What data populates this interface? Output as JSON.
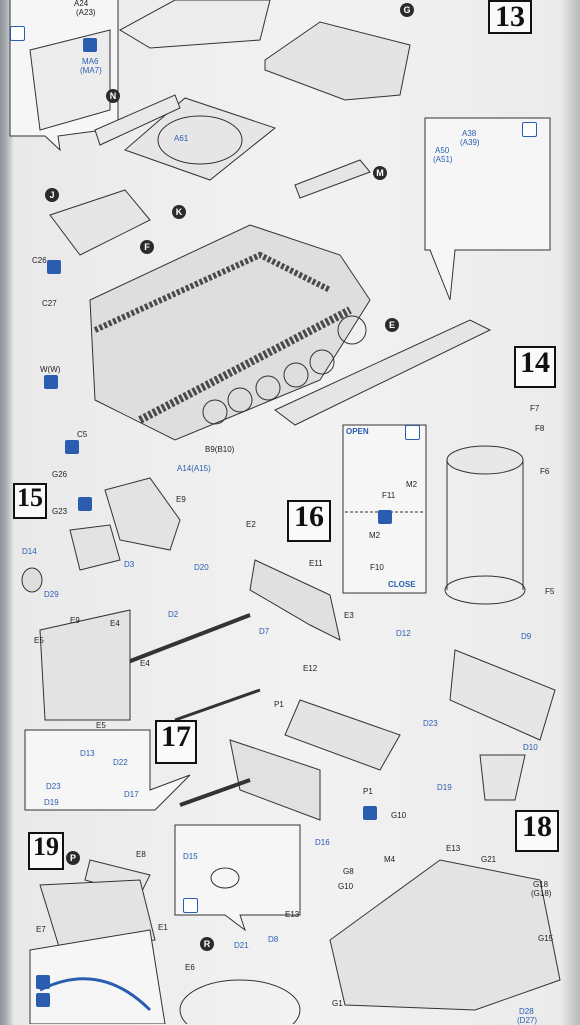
{
  "steps": {
    "s13": "13",
    "s14": "14",
    "s15": "15",
    "s16": "16",
    "s17": "17",
    "s18": "18",
    "s19": "19"
  },
  "circles": {
    "G": "G",
    "N": "N",
    "J": "J",
    "K": "K",
    "F": "F",
    "M": "M",
    "E": "E",
    "P": "P",
    "R": "R"
  },
  "labels": {
    "a24": "A24",
    "a23": "(A23)",
    "ma6": "MA6",
    "ma7": "(MA7)",
    "a61": "A61",
    "c26": "C26",
    "c27": "C27",
    "ww": "W(W)",
    "c5": "C5",
    "b9": "B9(B10)",
    "a14": "A14(A15)",
    "a38": "A38",
    "a39": "(A39)",
    "a50": "A50",
    "a51": "(A51)",
    "f7": "F7",
    "f8": "F8",
    "f6": "F6",
    "f5": "F5",
    "open": "OPEN",
    "close": "CLOSE",
    "f11": "F11",
    "m2a": "M2",
    "m2b": "M2",
    "f10": "F10",
    "g26": "G26",
    "e9a": "E9",
    "g23": "G23",
    "d14": "D14",
    "d3": "D3",
    "d29": "D29",
    "e2": "E2",
    "e11": "E11",
    "d20": "D20",
    "d2": "D2",
    "d7": "D7",
    "e3": "E3",
    "e5a": "E5",
    "e9b": "E9",
    "e4a": "E4",
    "e4b": "E4",
    "e5b": "E5",
    "d12": "D12",
    "d9": "D9",
    "e12": "E12",
    "p1a": "P1",
    "d23a": "D23",
    "d10": "D10",
    "d13": "D13",
    "d22": "D22",
    "d23b": "D23",
    "d17": "D17",
    "d19a": "D19",
    "p1b": "P1",
    "d19b": "D19",
    "g10a": "G10",
    "d16": "D16",
    "m4": "M4",
    "g8": "G8",
    "g10b": "G10",
    "e13a": "E13",
    "g21": "G21",
    "g18": "G18",
    "g18b": "(G18)",
    "g15": "G15",
    "d15": "D15",
    "e13b": "E13",
    "e8": "E8",
    "e7": "E7",
    "e1": "E1",
    "e6": "E6",
    "d21": "D21",
    "d8": "D8",
    "g1": "G1",
    "d28": "D28",
    "d27": "(D27)"
  },
  "colors": {
    "ink": "#2b2b2b",
    "blue": "#2a5db0",
    "paper": "#f2f2f2"
  }
}
